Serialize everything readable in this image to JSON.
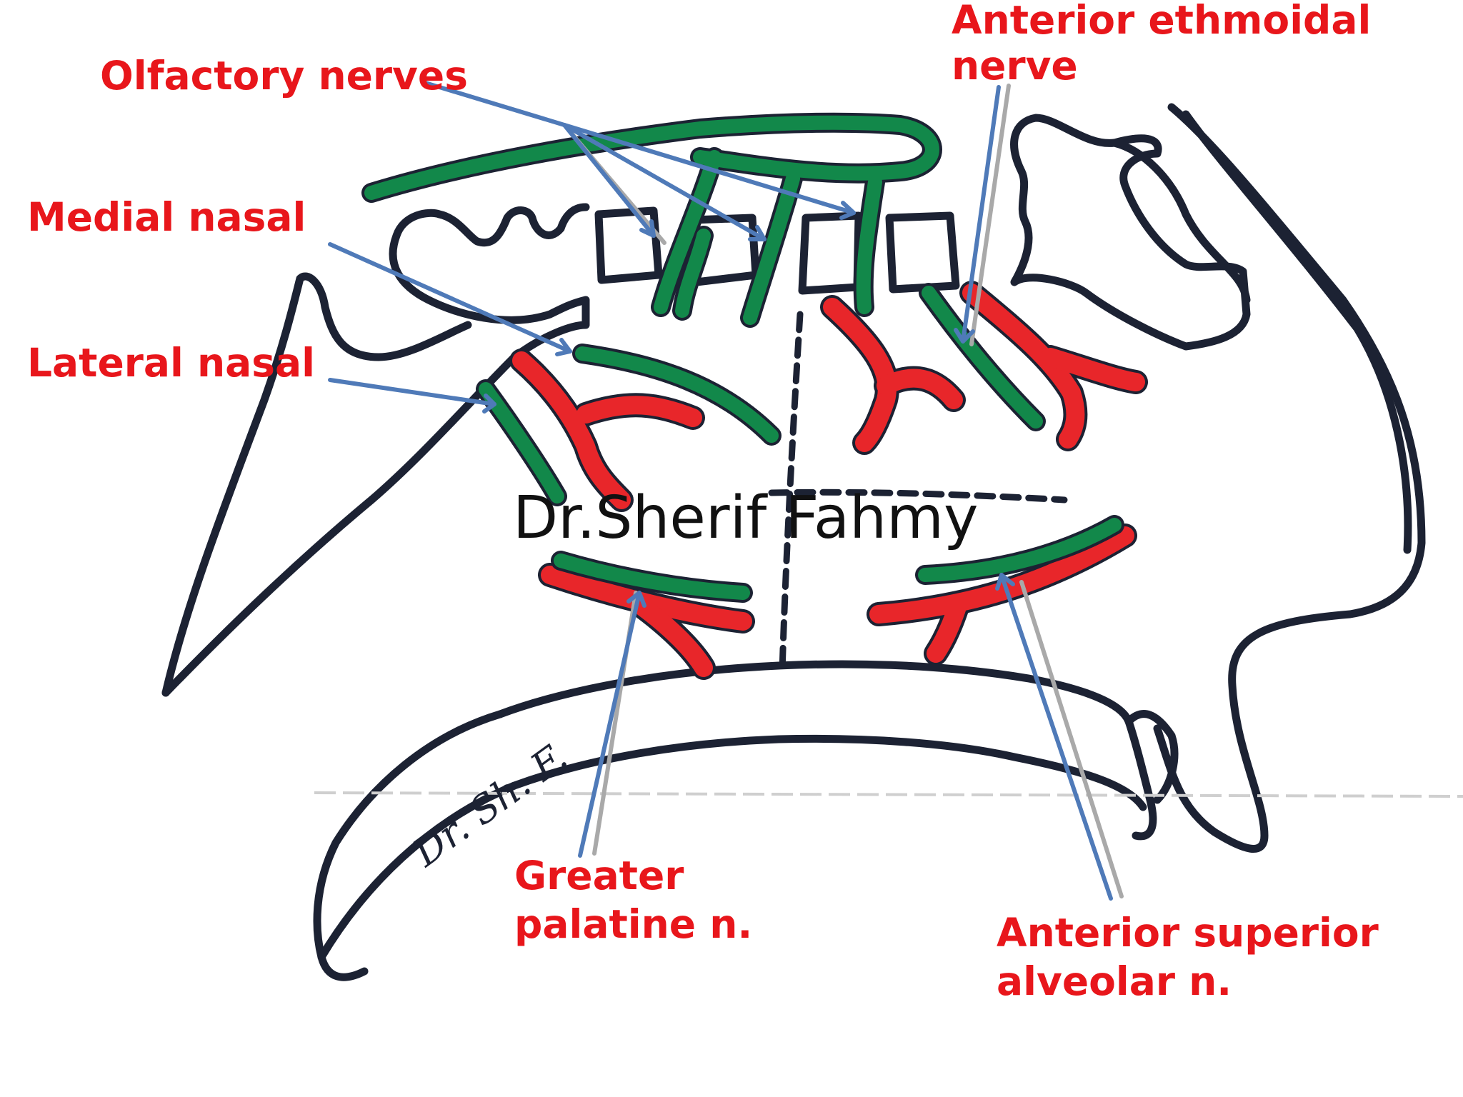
{
  "labels": {
    "olfactory": "Olfactory nerves",
    "ant_ethmoidal_line1": "Anterior ethmoidal",
    "ant_ethmoidal_line2": "nerve",
    "medial_nasal": "Medial nasal",
    "lateral_nasal": "Lateral nasal",
    "greater_palatine_line1": "Greater",
    "greater_palatine_line2": "palatine n.",
    "asa_line1": "Anterior superior",
    "asa_line2": "alveolar n."
  },
  "watermark": "Dr.Sherif Fahmy",
  "signature": "Dr. Sh. F.",
  "colors": {
    "label": "#e8161b",
    "nerve": "#12884a",
    "artery": "#e8262a",
    "outline": "#1c2233",
    "pointer": "#4f7ab8",
    "pointer_shadow": "#a9a9a9"
  }
}
